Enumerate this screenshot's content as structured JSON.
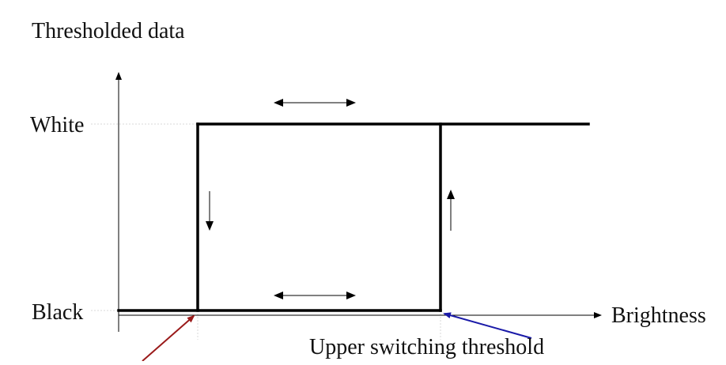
{
  "diagram": {
    "y_axis_title": "Thresholded data",
    "x_axis_title": "Brightness",
    "level_high": "White",
    "level_low": "Black",
    "upper_threshold_label": "Upper switching threshold",
    "colors": {
      "curve": "#000000",
      "axis": "#000000",
      "guide": "#d8d8d8",
      "upper_pointer": "#1a1aa8",
      "lower_pointer": "#9a1a1a"
    }
  }
}
